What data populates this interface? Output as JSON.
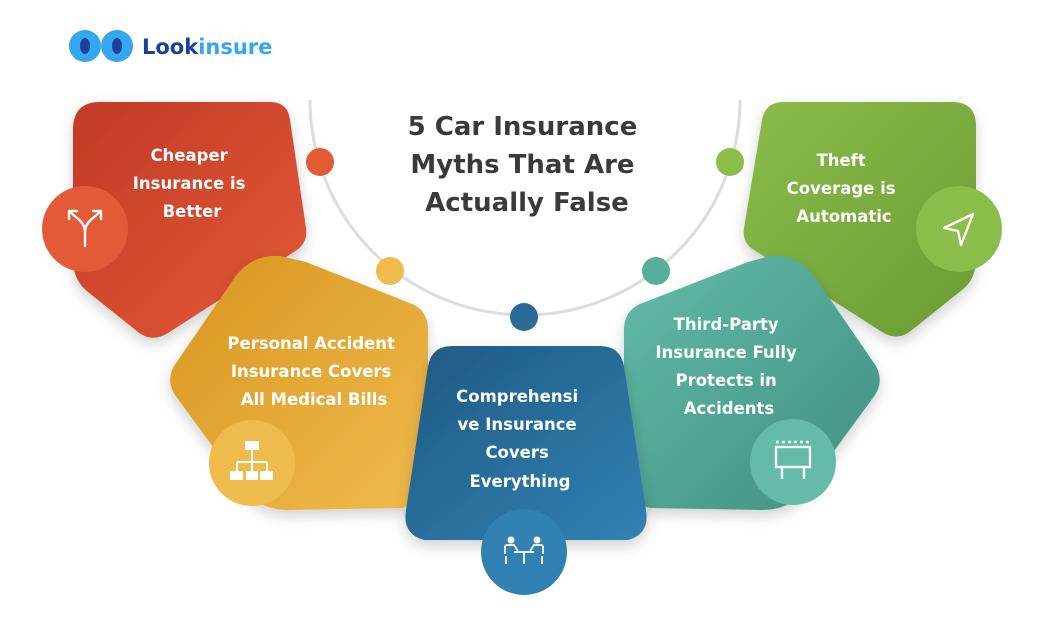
{
  "logo": {
    "part1": "Look",
    "part2": "insure",
    "color1": "#1d3f9a",
    "color2": "#36a6f0"
  },
  "title": {
    "lines": [
      "5 Car Insurance",
      "Myths That Are",
      "Actually False"
    ]
  },
  "myths": [
    {
      "lines": [
        "Cheaper",
        "Insurance is",
        "Better"
      ],
      "color": "#d8492f",
      "icon": "split-arrows-icon"
    },
    {
      "lines": [
        "Personal Accident",
        "Insurance Covers",
        "All Medical Bills"
      ],
      "color": "#e6ab36",
      "icon": "flowchart-icon"
    },
    {
      "lines": [
        "Comprehensi",
        "ve Insurance",
        "Covers",
        "Everything"
      ],
      "color": "#2a6c97",
      "icon": "meeting-icon"
    },
    {
      "lines": [
        "Third-Party",
        "Insurance Fully",
        "Protects in",
        "Accidents"
      ],
      "color": "#55ae9c",
      "icon": "billboard-icon"
    },
    {
      "lines": [
        "Theft",
        "Coverage is",
        "Automatic"
      ],
      "color": "#7cae3f",
      "icon": "navigation-arrow-icon"
    }
  ]
}
